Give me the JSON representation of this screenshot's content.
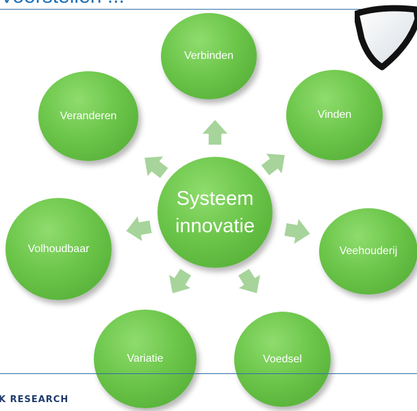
{
  "header": {
    "title": "Voorstellen ..."
  },
  "footer": {
    "brand": "K RESEARCH"
  },
  "diagram": {
    "center": {
      "line1": "Systeem",
      "line2": "innovatie"
    },
    "nodes": {
      "verbinden": "Verbinden",
      "vinden": "Vinden",
      "veehouderij": "Veehouderij",
      "voedsel": "Voedsel",
      "variatie": "Variatie",
      "volhoudbaar": "Volhoudbaar",
      "veranderen": "Veranderen"
    }
  },
  "colors": {
    "node_green": "#6cc64a",
    "arrow_green": "#a6d49a",
    "title_blue": "#1f6fb2",
    "brand_navy": "#1f3b6b"
  },
  "icons": {
    "arrow": "arrow-icon",
    "glasses": "glasses-icon"
  }
}
